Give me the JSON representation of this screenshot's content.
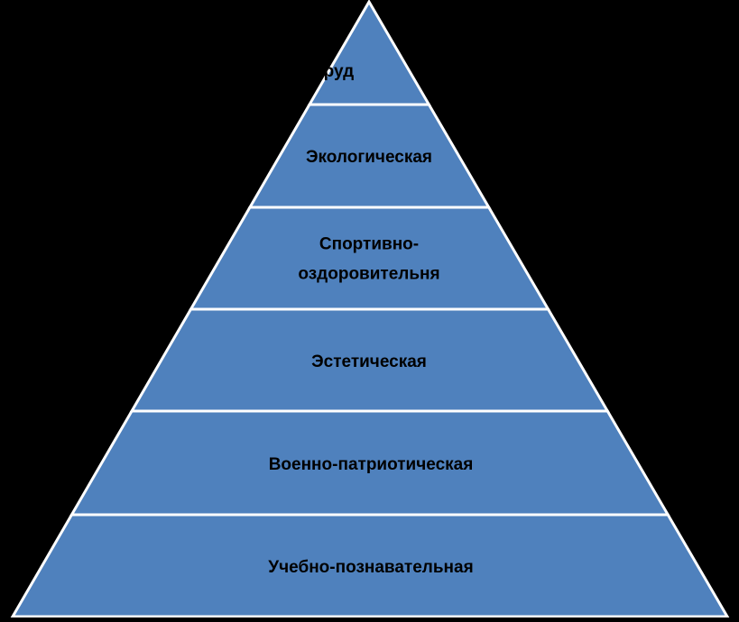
{
  "colors": {
    "background": "#000000",
    "fill": "#4f81bd",
    "stroke": "#ffffff",
    "text": "#000000"
  },
  "pyramid": {
    "levels": [
      {
        "lines": [
          "Труд"
        ]
      },
      {
        "lines": [
          "Экологическая"
        ]
      },
      {
        "lines": [
          "Спортивно-",
          "оздоровительня"
        ]
      },
      {
        "lines": [
          "Эстетическая"
        ]
      },
      {
        "lines": [
          "Военно-патриотическая"
        ]
      },
      {
        "lines": [
          "Учебно-познавательная"
        ]
      }
    ]
  }
}
